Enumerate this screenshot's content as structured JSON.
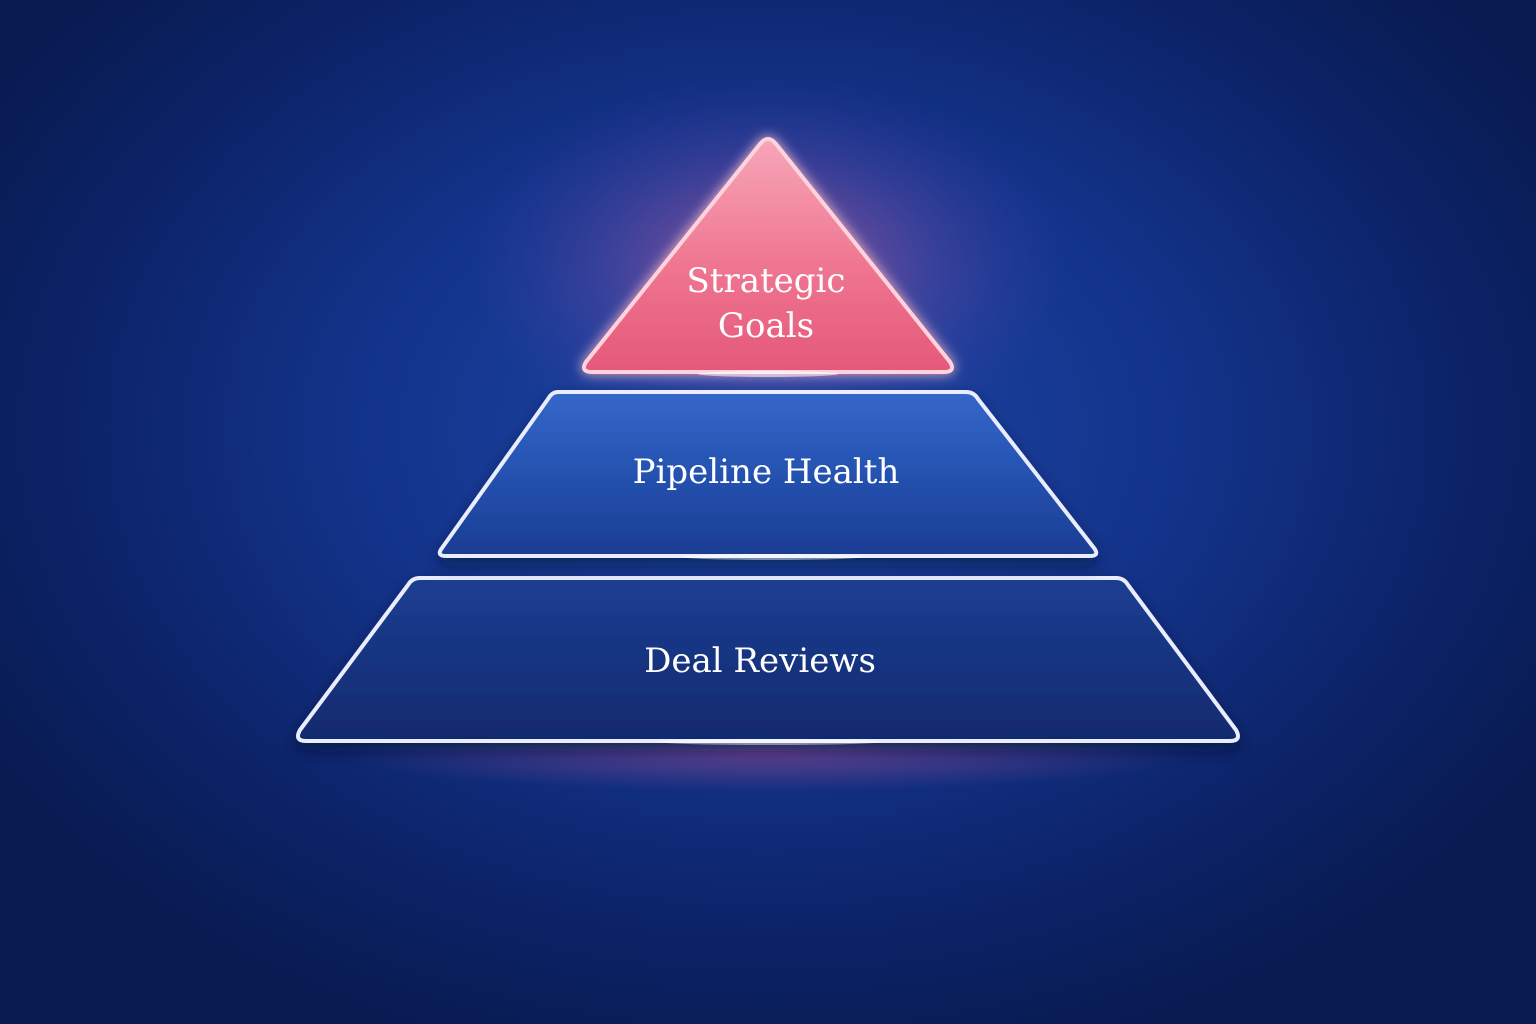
{
  "diagram": {
    "type": "pyramid",
    "tiers": [
      {
        "label_lines": [
          "Strategic",
          "Goals"
        ],
        "accent": "#ee6e8a"
      },
      {
        "label_lines": [
          "Pipeline Health"
        ],
        "accent": "#2a5bbf"
      },
      {
        "label_lines": [
          "Deal Reviews"
        ],
        "accent": "#17347f"
      }
    ]
  }
}
